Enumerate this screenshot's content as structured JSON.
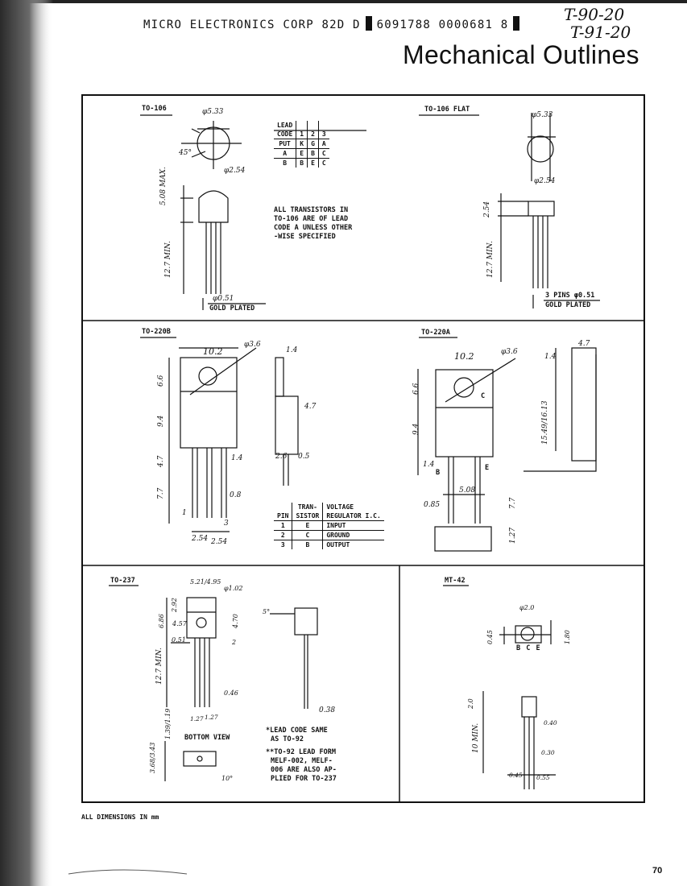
{
  "header": {
    "company_line": "MICRO ELECTRONICS CORP",
    "code": "82D D",
    "numbers": "6091788 0000681 8",
    "handwritten_1": "T-90-20",
    "handwritten_2": "T-91-20"
  },
  "title": "Mechanical Outlines",
  "panels": {
    "to106": {
      "label": "TO-106",
      "dims": {
        "diameter": "φ5.33",
        "angle": "45°",
        "pitch": "φ2.54",
        "height": "5.08 MAX.",
        "lead_len": "12.7 MIN.",
        "lead_dia": "φ0.51"
      },
      "lead_note": "GOLD PLATED"
    },
    "lead_code_table": {
      "rows": [
        [
          "LEAD",
          "",
          "",
          ""
        ],
        [
          "CODE",
          "1",
          "2",
          "3"
        ],
        [
          "PUT",
          "K",
          "G",
          "A"
        ],
        [
          "A",
          "E",
          "B",
          "C"
        ],
        [
          "B",
          "B",
          "E",
          "C"
        ]
      ]
    },
    "to106_note": [
      "ALL TRANSISTORS IN",
      "TO-106 ARE OF LEAD",
      "CODE A UNLESS OTHER",
      "-WISE SPECIFIED"
    ],
    "to106flat": {
      "label": "TO-106 FLAT",
      "dims": {
        "diameter": "φ5.33",
        "pitch": "φ2.54",
        "height": "2.54",
        "lead_len": "12.7 MIN."
      },
      "pins_note": "3 PINS φ0.51",
      "gold_note": "GOLD PLATED"
    },
    "to220b": {
      "label": "TO-220B",
      "dims": {
        "width": "10.2",
        "hole": "φ3.6",
        "tab": "1.4",
        "h1": "6.6",
        "h2": "9.4",
        "h3": "4.7",
        "h4": "7.7",
        "body": "4.7",
        "lead_t": "2.6",
        "lead_w": "0.5",
        "lead_b": "1.4",
        "lead_th": "0.8",
        "pitch1": "2.54",
        "pitch2": "2.54",
        "pin1": "1",
        "pin3": "3"
      }
    },
    "to220a": {
      "label": "TO-220A",
      "dims": {
        "width": "10.2",
        "hole": "φ3.6",
        "tab": "1.4",
        "side_w": "4.7",
        "h1": "6.6",
        "h2": "9.4",
        "side_h": "15.49/16.13",
        "lead_b": "1.4",
        "pitch": "5.08",
        "lead_th": "0.85",
        "lead_l": "7.7",
        "foot": "1.27",
        "c": "C",
        "b": "B",
        "e": "E"
      }
    },
    "pin_table": {
      "header1": [
        "",
        "TRAN-",
        "VOLTAGE"
      ],
      "header2": [
        "PIN",
        "SISTOR",
        "REGULATOR I.C."
      ],
      "rows": [
        [
          "1",
          "E",
          "INPUT"
        ],
        [
          "2",
          "C",
          "GROUND"
        ],
        [
          "3",
          "B",
          "OUTPUT"
        ]
      ]
    },
    "to237": {
      "label": "TO-237",
      "dims": {
        "width": "5.21/4.95",
        "hole": "φ1.02",
        "h1": "2.92",
        "h2": "6.86",
        "h3": "4.57",
        "h4": "4.70",
        "lead_t": "0.51",
        "step": "2",
        "lead_len": "12.7 MIN.",
        "lead_w": "0.46",
        "pitch1": "1.27",
        "pitch2": "1.27",
        "angle": "5°",
        "lead_b": "0.38",
        "bv1": "3.68/3.43",
        "bv2": "1.39/1.19",
        "bv_angle": "10°"
      },
      "bottom_view": "BOTTOM VIEW",
      "notes": [
        "*LEAD CODE SAME",
        "AS TO-92",
        "**TO-92 LEAD FORM",
        "MELF-002, MELF-",
        "006 ARE ALSO AP-",
        "PLIED FOR TO-237"
      ]
    },
    "mt42": {
      "label": "MT-42",
      "dims": {
        "diameter": "φ2.0",
        "h1": "0.45",
        "h2": "1.80",
        "pins": "B C E",
        "len": "10 MIN.",
        "body": "2.0",
        "w1": "0.40",
        "w2": "0.30",
        "f1": "0.45",
        "f2": "0.55"
      }
    }
  },
  "footer_note": "ALL DIMENSIONS IN mm",
  "page_number": "70"
}
